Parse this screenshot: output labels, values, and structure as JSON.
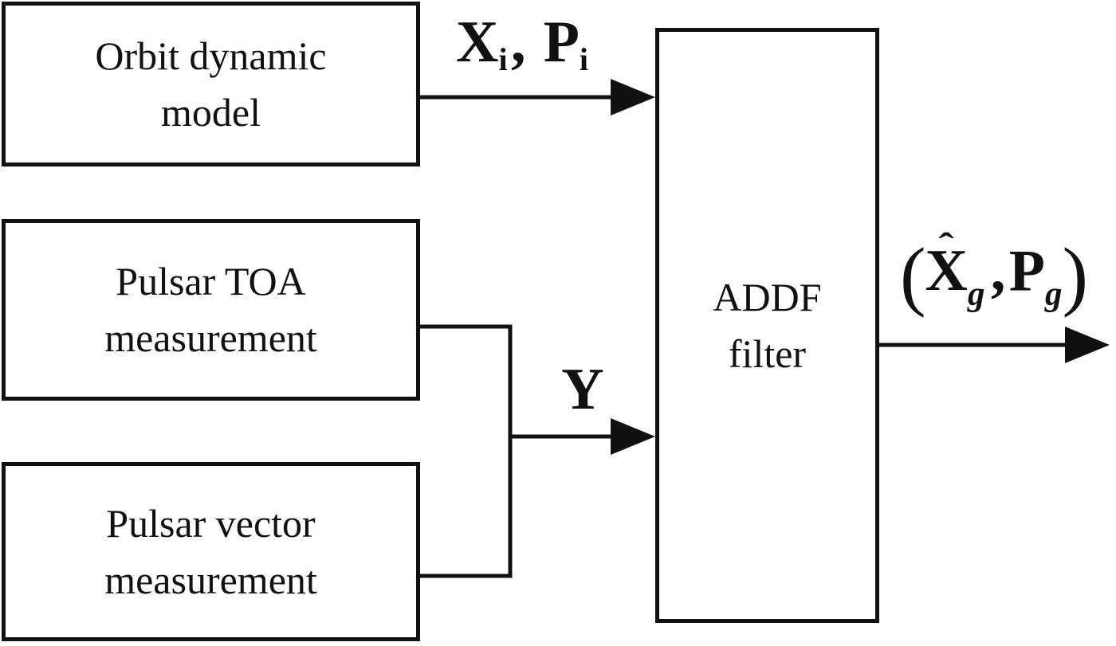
{
  "diagram": {
    "background": "#ffffff",
    "ink": "#111111",
    "boxes": {
      "orbit": {
        "line1": "Orbit dynamic",
        "line2": "model"
      },
      "toa": {
        "line1": "Pulsar TOA",
        "line2": "measurement"
      },
      "vector": {
        "line1": "Pulsar vector",
        "line2": "measurement"
      },
      "addf": {
        "line1": "ADDF",
        "line2": "filter"
      }
    },
    "labels": {
      "state_input": {
        "x": "X",
        "x_sub": "i",
        "comma": ",",
        "p": "P",
        "p_sub": "i"
      },
      "measurement_input": {
        "y": "Y"
      },
      "output": {
        "open": "(",
        "hat": "ˆ",
        "x": "X",
        "x_sub": "g",
        "comma": ",",
        "p": "P",
        "p_sub": "g",
        "close": ")"
      }
    }
  }
}
